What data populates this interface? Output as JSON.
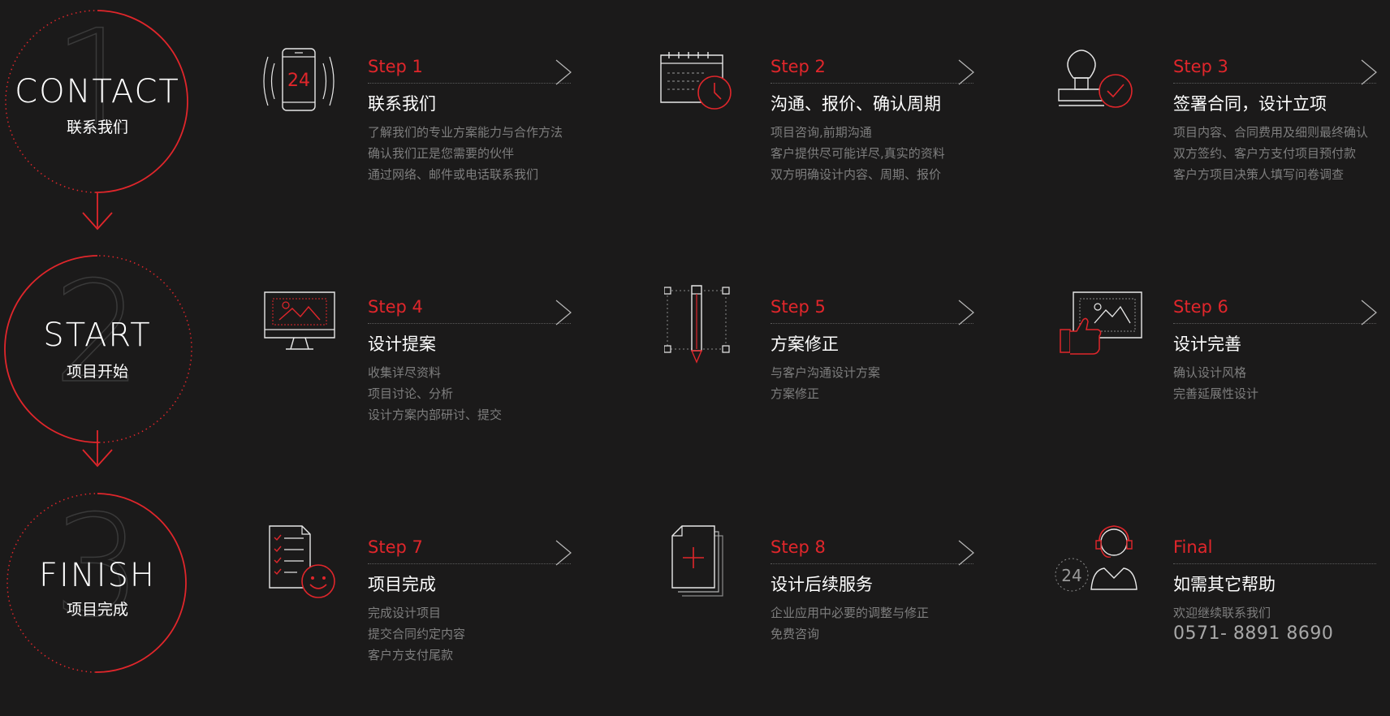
{
  "phases": [
    {
      "digit": "1",
      "en": "CONTACT",
      "cn": "联系我们"
    },
    {
      "digit": "2",
      "en": "START",
      "cn": "项目开始"
    },
    {
      "digit": "3",
      "en": "FINISH",
      "cn": "项目完成"
    }
  ],
  "steps": [
    {
      "label": "Step 1",
      "title": "联系我们",
      "icon": "phone-24h-icon",
      "lines": [
        "了解我们的专业方案能力与合作方法",
        "确认我们正是您需要的伙伴",
        "通过网络、邮件或电话联系我们"
      ],
      "icon_text": "24"
    },
    {
      "label": "Step 2",
      "title": "沟通、报价、确认周期",
      "icon": "calendar-clock-icon",
      "lines": [
        "项目咨询,前期沟通",
        "客户提供尽可能详尽,真实的资料",
        "双方明确设计内容、周期、报价"
      ]
    },
    {
      "label": "Step 3",
      "title": "签署合同，设计立项",
      "icon": "stamp-check-icon",
      "lines": [
        "项目内容、合同费用及细则最终确认",
        "双方签约、客户方支付项目预付款",
        "客户方项目决策人填写问卷调查"
      ]
    },
    {
      "label": "Step 4",
      "title": "设计提案",
      "icon": "monitor-image-icon",
      "lines": [
        "收集详尽资料",
        "项目讨论、分析",
        "设计方案内部研讨、提交"
      ]
    },
    {
      "label": "Step 5",
      "title": "方案修正",
      "icon": "pencil-edit-icon",
      "lines": [
        "与客户沟通设计方案",
        "方案修正"
      ]
    },
    {
      "label": "Step 6",
      "title": "设计完善",
      "icon": "thumbs-up-image-icon",
      "lines": [
        "确认设计风格",
        "完善延展性设计"
      ]
    },
    {
      "label": "Step 7",
      "title": "项目完成",
      "icon": "checklist-smile-icon",
      "lines": [
        "完成设计项目",
        "提交合同约定内容",
        "客户方支付尾款"
      ]
    },
    {
      "label": "Step 8",
      "title": "设计后续服务",
      "icon": "document-plus-icon",
      "lines": [
        "企业应用中必要的调整与修正",
        "免费咨询"
      ]
    },
    {
      "label": "Final",
      "title": "如需其它帮助",
      "icon": "support-agent-icon",
      "lines": [
        "欢迎继续联系我们"
      ],
      "phone": "0571- 8891 8690",
      "icon_text": "24"
    }
  ],
  "colors": {
    "accent": "#e0262b",
    "background": "#1b1a1a",
    "muted": "#7e7e7e"
  }
}
